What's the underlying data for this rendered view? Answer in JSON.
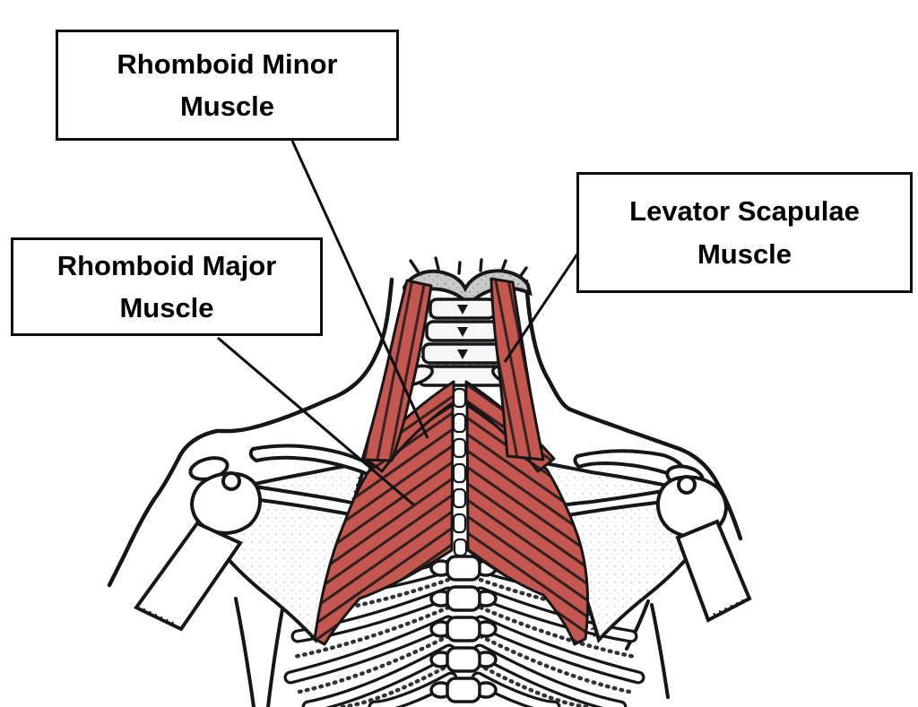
{
  "diagram": {
    "labels": [
      {
        "id": "rhomboid-minor",
        "text": "Rhomboid Minor Muscle",
        "line1": "Rhomboid Minor",
        "line2": "Muscle"
      },
      {
        "id": "rhomboid-major",
        "text": "Rhomboid Major Muscle",
        "line1": "Rhomboid Major",
        "line2": "Muscle"
      },
      {
        "id": "levator-scapulae",
        "text": "Levator Scapulae Muscle",
        "line1": "Levator Scapulae",
        "line2": "Muscle"
      }
    ],
    "colors": {
      "muscle_red": "#c4574f",
      "bone_gray": "#c9c9c9",
      "line_black": "#161616",
      "background": "#ffffff"
    }
  }
}
